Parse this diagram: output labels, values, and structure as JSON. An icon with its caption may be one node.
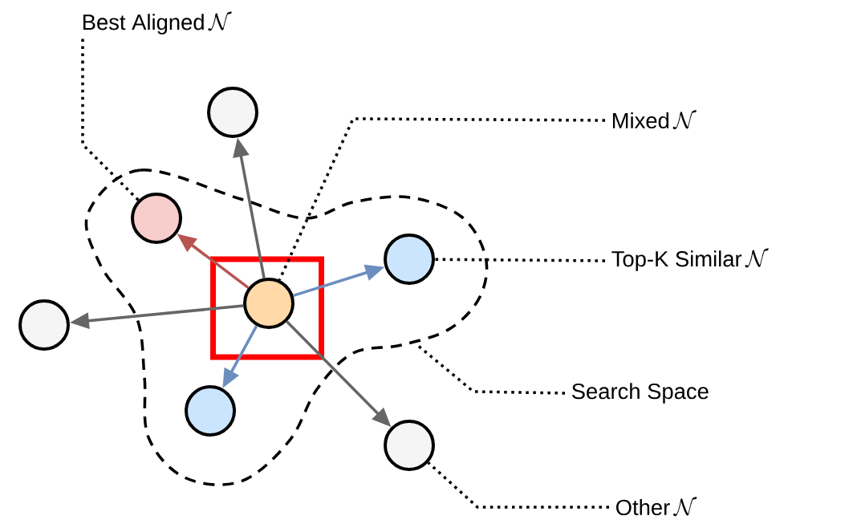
{
  "diagram": {
    "nodes": [
      {
        "text": [
          "Best Aligned",
          "\\mathcal{N}"
        ]
      },
      {
        "text": [],
        "shape": "circle"
      },
      {
        "text": [
          "Mixed",
          "\\mathcal{N}"
        ]
      },
      {
        "text": [],
        "shape": "circle"
      },
      {
        "text": [],
        "shape": "circle"
      },
      {
        "text": [
          "Top-K Similar",
          "\\mathcal{N}"
        ]
      },
      {
        "text": [],
        "shape": "box"
      },
      {
        "text": [],
        "shape": "circle",
        "in": 6
      },
      {
        "text": [],
        "shape": "circle"
      },
      {
        "text": [
          "Search Space"
        ]
      },
      {
        "text": [],
        "shape": "circle"
      },
      {
        "text": [],
        "shape": "circle"
      },
      {
        "text": [
          "Other",
          "\\mathcal{N}"
        ]
      }
    ],
    "edges": [
      {
        "from": 7,
        "to": 1,
        "arrow": "to",
        "color": "#666666"
      },
      {
        "from": 7,
        "to": 3,
        "arrow": "to",
        "color": "#b85450"
      },
      {
        "from": 7,
        "to": 4,
        "arrow": "to",
        "color": "#6c8ebf"
      },
      {
        "from": 7,
        "to": 8,
        "arrow": "to",
        "color": "#666666"
      },
      {
        "from": 7,
        "to": 10,
        "arrow": "to",
        "color": "#6c8ebf"
      },
      {
        "from": 7,
        "to": 11,
        "arrow": "to",
        "color": "#666666"
      },
      {
        "from": 0,
        "to": 3,
        "arrow": "none",
        "style": "dashed"
      },
      {
        "from": 2,
        "to": 7,
        "arrow": "none",
        "style": "dashed"
      },
      {
        "from": 5,
        "to": 4,
        "arrow": "none",
        "style": "dashed"
      },
      {
        "from": 9,
        "to": null,
        "arrow": "none",
        "style": "dashed"
      },
      {
        "from": 12,
        "to": 11,
        "arrow": "none",
        "style": "dashed"
      }
    ]
  }
}
